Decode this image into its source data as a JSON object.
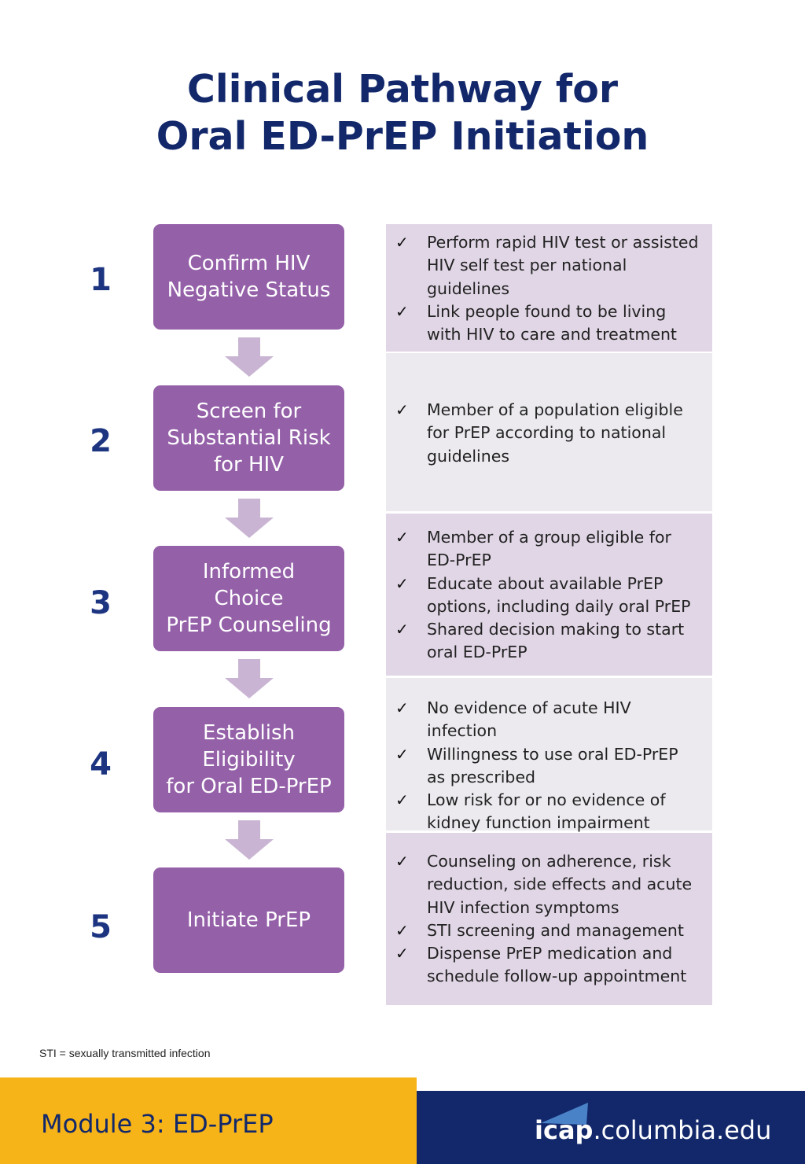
{
  "title": {
    "line1": "Clinical Pathway for",
    "line2": "Oral ED-PrEP Initiation"
  },
  "check_mark": "✓",
  "steps": [
    {
      "number": "1",
      "label": "Confirm HIV\nNegative Status",
      "details": [
        "Perform rapid HIV test or assisted HIV self test per national guidelines",
        "Link people found to be living with HIV to care and treatment"
      ]
    },
    {
      "number": "2",
      "label": "Screen for\nSubstantial Risk\nfor HIV",
      "details": [
        "Member of a population eligible for PrEP according to national guidelines"
      ]
    },
    {
      "number": "3",
      "label": "Informed\nChoice\nPrEP Counseling",
      "details": [
        "Member of a group eligible for ED-PrEP",
        "Educate about available PrEP options, including daily oral PrEP",
        "Shared decision making to start oral ED-PrEP"
      ]
    },
    {
      "number": "4",
      "label": "Establish\nEligibility\nfor Oral ED-PrEP",
      "details": [
        "No evidence of acute HIV infection",
        "Willingness to use oral ED-PrEP as prescribed",
        "Low risk for or no evidence of kidney function impairment"
      ]
    },
    {
      "number": "5",
      "label": "Initiate PrEP",
      "details": [
        "Counseling on adherence, risk reduction, side effects and acute HIV infection symptoms",
        "STI screening and management",
        "Dispense PrEP medication and schedule follow-up appointment"
      ]
    }
  ],
  "footnote": "STI = sexually transmitted infection",
  "footer": {
    "module": "Module 3: ED-PrEP",
    "logo_brand": "icap",
    "logo_domain": ".columbia.edu"
  },
  "colors": {
    "title": "#12286b",
    "step_box": "#9460a8",
    "arrow": "#c9b5d3",
    "panel_shade": "#e1d6e6",
    "panel_light": "#eceaef",
    "footer_yellow": "#f7b418",
    "footer_navy": "#12286b"
  }
}
